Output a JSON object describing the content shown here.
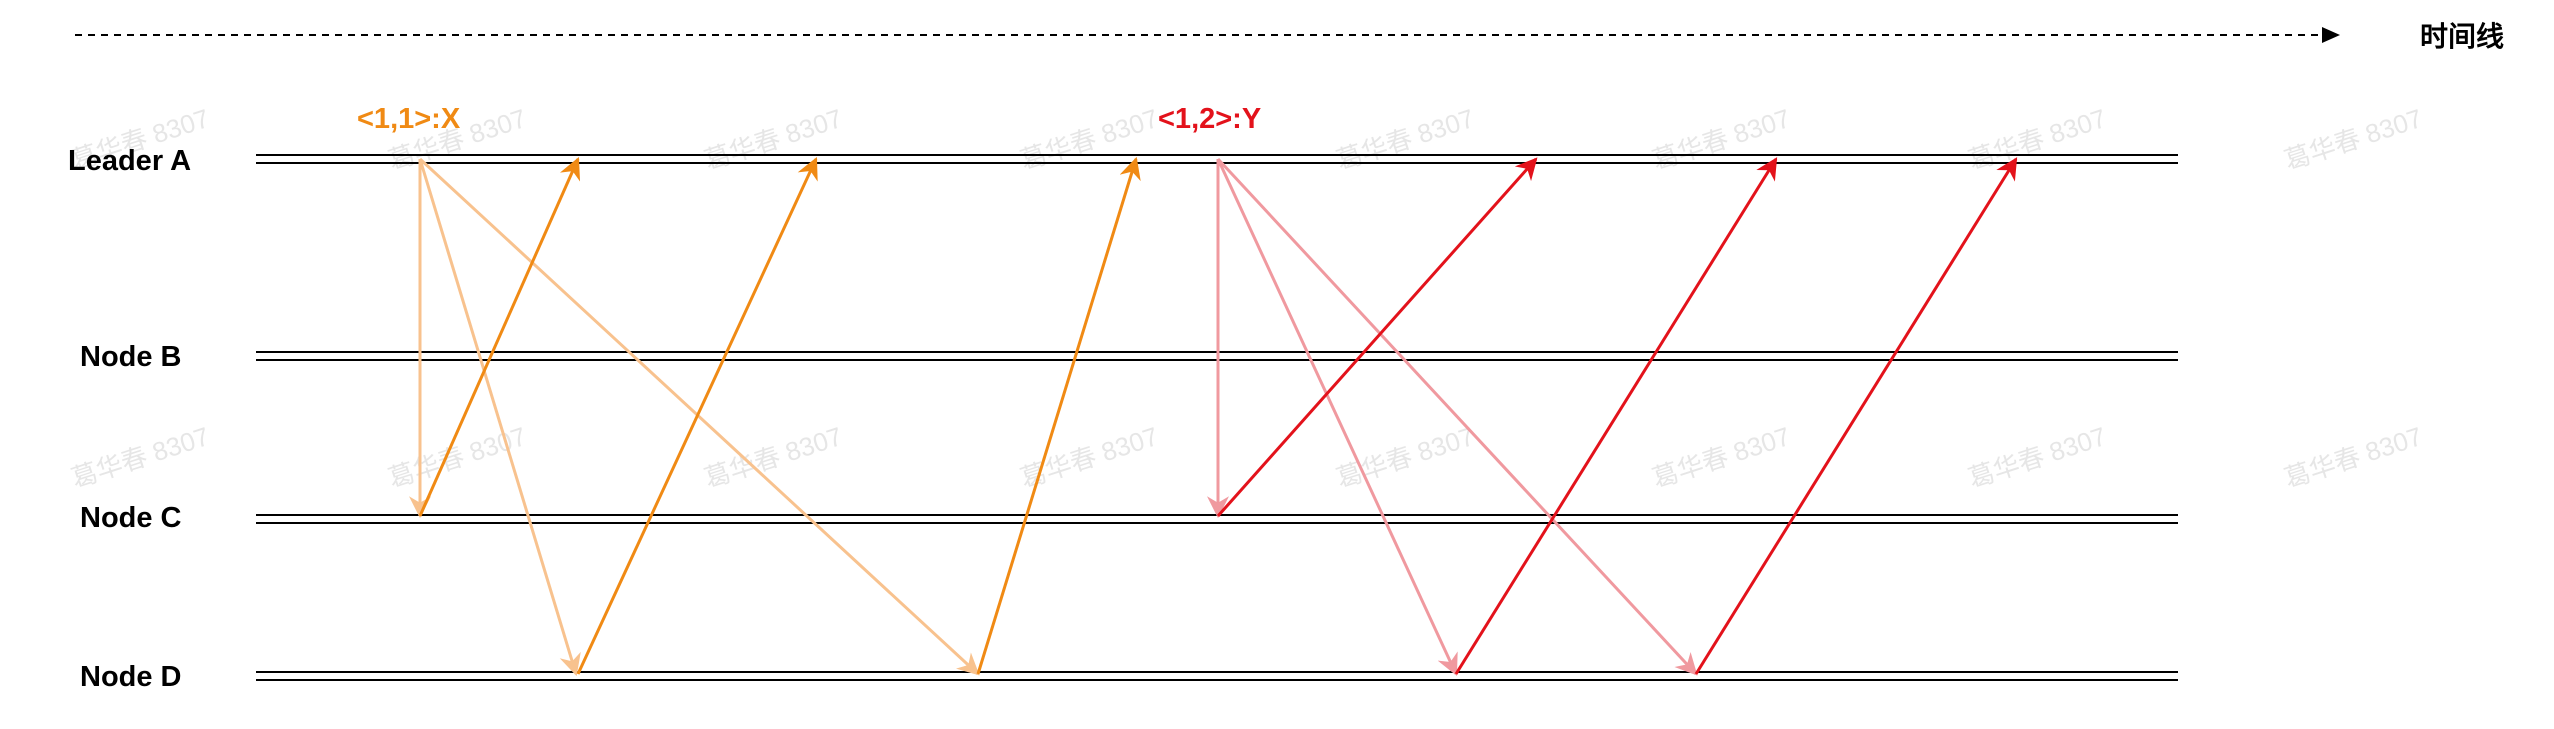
{
  "timeline": {
    "label": "时间线"
  },
  "nodes": [
    {
      "id": "leader-a",
      "label": "Leader A"
    },
    {
      "id": "node-b",
      "label": "Node B"
    },
    {
      "id": "node-c",
      "label": "Node C"
    },
    {
      "id": "node-d",
      "label": "Node D"
    }
  ],
  "messages": [
    {
      "id": "x",
      "label": "<1,1>:X",
      "request_color": "#f8c28e",
      "response_color": "#f08a14"
    },
    {
      "id": "y",
      "label": "<1,2>:Y",
      "request_color": "#f0999f",
      "response_color": "#e3121b"
    }
  ],
  "watermark": {
    "text": "葛华春 8307"
  },
  "colors": {
    "line": "#000000",
    "x_label": "#f08a14",
    "y_label": "#e3121b"
  }
}
